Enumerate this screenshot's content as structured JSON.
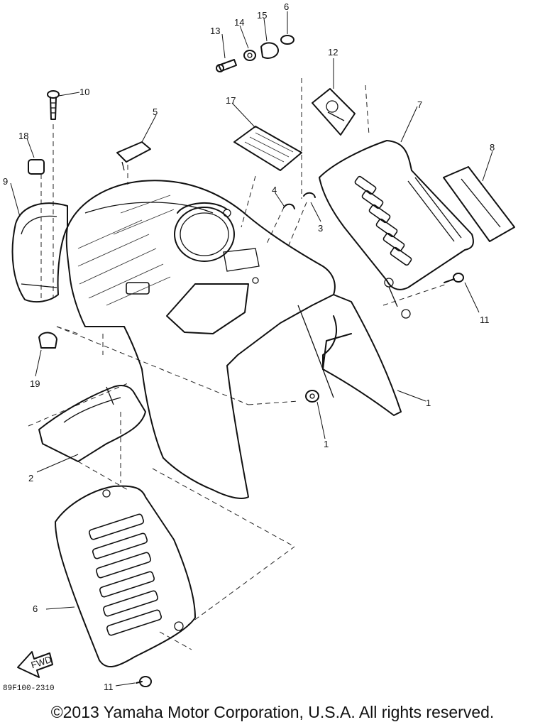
{
  "diagram": {
    "callouts": [
      {
        "id": "c1a",
        "text": "1"
      },
      {
        "id": "c1b",
        "text": "1"
      },
      {
        "id": "c2",
        "text": "2"
      },
      {
        "id": "c3",
        "text": "3"
      },
      {
        "id": "c4",
        "text": "4"
      },
      {
        "id": "c5",
        "text": "5"
      },
      {
        "id": "c6a",
        "text": "6"
      },
      {
        "id": "c6b",
        "text": "6"
      },
      {
        "id": "c7",
        "text": "7"
      },
      {
        "id": "c8",
        "text": "8"
      },
      {
        "id": "c9",
        "text": "9"
      },
      {
        "id": "c10",
        "text": "10"
      },
      {
        "id": "c11a",
        "text": "11"
      },
      {
        "id": "c11b",
        "text": "11"
      },
      {
        "id": "c12",
        "text": "12"
      },
      {
        "id": "c13",
        "text": "13"
      },
      {
        "id": "c14",
        "text": "14"
      },
      {
        "id": "c15",
        "text": "15"
      },
      {
        "id": "c17",
        "text": "17"
      },
      {
        "id": "c18",
        "text": "18"
      },
      {
        "id": "c19",
        "text": "19"
      }
    ],
    "fwd_label": "FWD",
    "drawing_code": "89F100-2310"
  },
  "footer": {
    "copyright": "©2013 Yamaha Motor Corporation, U.S.A. All rights reserved."
  }
}
